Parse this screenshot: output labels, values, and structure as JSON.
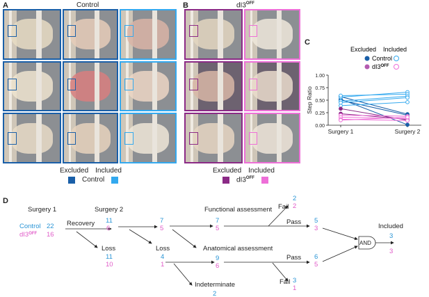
{
  "panelA": {
    "label": "A",
    "title": "Control",
    "legend": {
      "excluded": "Excluded",
      "included": "Included",
      "name": "Control",
      "excluded_color": "#1a5fa8",
      "included_color": "#33a9ef"
    }
  },
  "panelB": {
    "label": "B",
    "title": "dI3",
    "title_sup": "OFF",
    "legend": {
      "excluded": "Excluded",
      "included": "Included",
      "name": "dI3",
      "name_sup": "OFF",
      "excluded_color": "#8b2a86",
      "included_color": "#ee6fd8"
    }
  },
  "panelC": {
    "label": "C",
    "legend": {
      "excluded": "Excluded",
      "included": "Included",
      "control": "Control",
      "dI3": "dI3",
      "dI3_sup": "OFF"
    }
  },
  "chart_data": {
    "type": "line",
    "ylabel": "Step Ratio",
    "xlabel": "",
    "x": [
      "Surgery 1",
      "Surgery 2"
    ],
    "ylim": [
      0,
      1
    ],
    "yticks": [
      "0.00",
      "0.25",
      "0.50",
      "0.75",
      "1.00"
    ],
    "grid": false,
    "series": [
      {
        "group": "control-excluded",
        "color": "#1a5fa8",
        "values": [
          0.57,
          0.22
        ]
      },
      {
        "group": "control-excluded",
        "color": "#1a5fa8",
        "values": [
          0.52,
          0.01
        ]
      },
      {
        "group": "control-excluded",
        "color": "#1a5fa8",
        "values": [
          0.5,
          0.2
        ]
      },
      {
        "group": "control-included",
        "color": "#33a9ef",
        "values": [
          0.56,
          0.66
        ]
      },
      {
        "group": "control-included",
        "color": "#33a9ef",
        "values": [
          0.59,
          0.62
        ]
      },
      {
        "group": "control-included",
        "color": "#33a9ef",
        "values": [
          0.48,
          0.58
        ]
      },
      {
        "group": "control-included",
        "color": "#33a9ef",
        "values": [
          0.39,
          0.46
        ]
      },
      {
        "group": "control-included",
        "color": "#33a9ef",
        "values": [
          0.45,
          0.55
        ]
      },
      {
        "group": "dI3-excluded",
        "color": "#8b2a86",
        "values": [
          0.33,
          0.1
        ]
      },
      {
        "group": "dI3-excluded",
        "color": "#8b2a86",
        "values": [
          0.23,
          0.12
        ]
      },
      {
        "group": "dI3-included",
        "color": "#ee6fd8",
        "values": [
          0.2,
          0.18
        ]
      },
      {
        "group": "dI3-included",
        "color": "#ee6fd8",
        "values": [
          0.16,
          0.13
        ]
      },
      {
        "group": "dI3-included",
        "color": "#ee6fd8",
        "values": [
          0.12,
          0.09
        ]
      },
      {
        "group": "dI3-included",
        "color": "#ee6fd8",
        "values": [
          0.1,
          0.16
        ]
      }
    ]
  },
  "panelD": {
    "label": "D",
    "control_label": "Control",
    "dI3_label": "dI3",
    "dI3_sup": "OFF",
    "surgery1": {
      "title": "Surgery 1",
      "control": "22",
      "dI3": "16"
    },
    "recovery": "Recovery",
    "surgery2": {
      "title": "Surgery 2",
      "control": "11",
      "dI3": "6"
    },
    "loss1": {
      "label": "Loss",
      "control": "11",
      "dI3": "10"
    },
    "s2split": {
      "control": "7",
      "dI3": "5"
    },
    "loss2": {
      "label": "Loss",
      "control": "4",
      "dI3": "1"
    },
    "functional": {
      "label": "Functional assessment",
      "control": "7",
      "dI3": "5"
    },
    "fail1": {
      "label": "Fail",
      "control": "2",
      "dI3": "2"
    },
    "pass1": {
      "label": "Pass",
      "control": "5",
      "dI3": "3"
    },
    "anatomical": {
      "label": "Anatomical assessment",
      "control": "9",
      "dI3": "6"
    },
    "pass2": {
      "label": "Pass",
      "control": "6",
      "dI3": "5"
    },
    "fail2": {
      "label": "Fail",
      "control": "3",
      "dI3": "1"
    },
    "indeterminate": {
      "label": "Indeterminate",
      "control": "2"
    },
    "and_gate": "AND",
    "included": {
      "label": "Included",
      "control": "3",
      "dI3": "3"
    },
    "colors": {
      "control": "#2a95d6",
      "dI3": "#e05bc8"
    }
  }
}
